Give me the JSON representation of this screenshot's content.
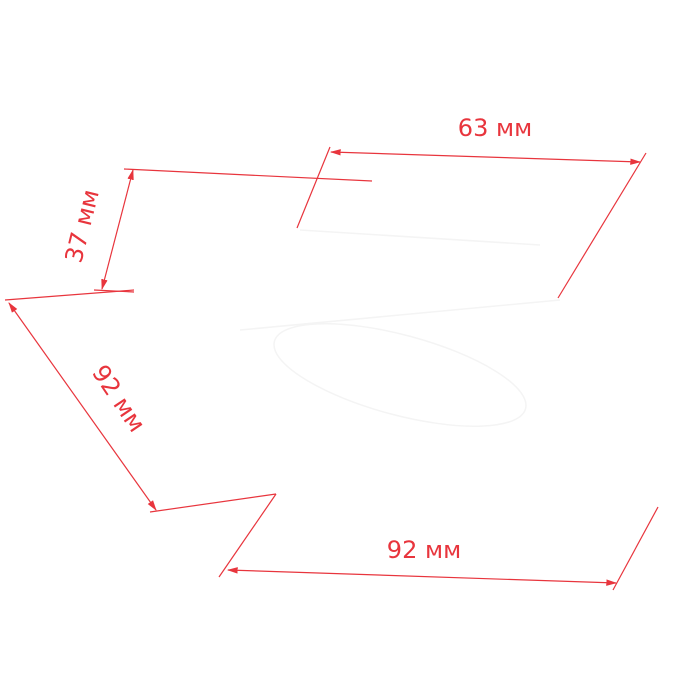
{
  "dimensions": {
    "depth_top": {
      "label": "63 мм"
    },
    "height": {
      "label": "37 мм"
    },
    "width_left": {
      "label": "92 мм"
    },
    "width_bottom": {
      "label": "92 мм"
    }
  },
  "colors": {
    "dimension": "#e8353d",
    "background": "#ffffff"
  }
}
